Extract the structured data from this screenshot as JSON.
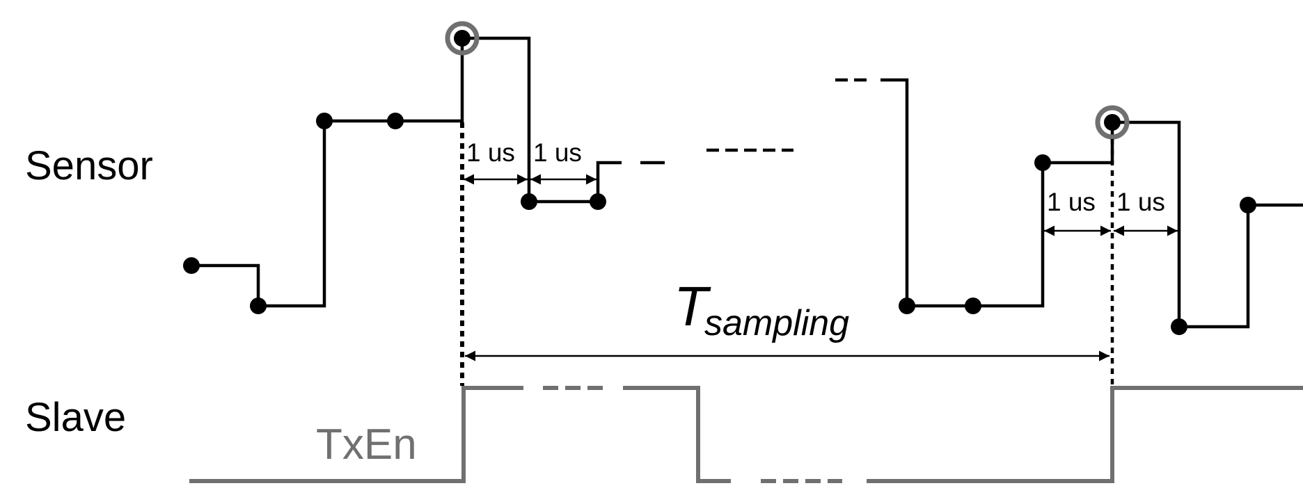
{
  "labels": {
    "sensor": "Sensor",
    "slave": "Slave",
    "txen": "TxEn",
    "interval_left_1": "1 us",
    "interval_left_2": "1 us",
    "interval_right_1": "1 us",
    "interval_right_2": "1 us",
    "t_main": "T",
    "t_sub": "sampling"
  },
  "colors": {
    "sensor_line": "#000000",
    "txen_line": "#707070",
    "txen_text": "#707070",
    "marker_ring": "#707070"
  }
}
